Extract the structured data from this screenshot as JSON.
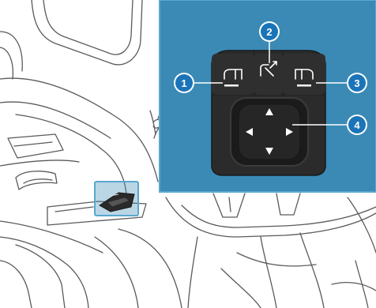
{
  "colors": {
    "callout_fill": "#1b74b8",
    "callout_ring": "#ffffff",
    "inset_background": "#3a8ab5",
    "inset_border": "#5aa7cf",
    "control_panel": "#2b2b2b",
    "pad_body": "#1b1b1b",
    "line_art": "#5a5a5a"
  },
  "callouts": [
    {
      "number": "1",
      "target": "fold-in-mirror-left-button"
    },
    {
      "number": "2",
      "target": "fold-mirrors-button"
    },
    {
      "number": "3",
      "target": "fold-in-mirror-right-button"
    },
    {
      "number": "4",
      "target": "direction-pad"
    }
  ],
  "icons": {
    "left_button": "left-mirror-icon",
    "center_button": "mirror-fold-icon",
    "right_button": "right-mirror-icon",
    "pad_arrows": [
      "arrow-up-icon",
      "arrow-left-icon",
      "arrow-right-icon",
      "arrow-down-icon"
    ]
  }
}
